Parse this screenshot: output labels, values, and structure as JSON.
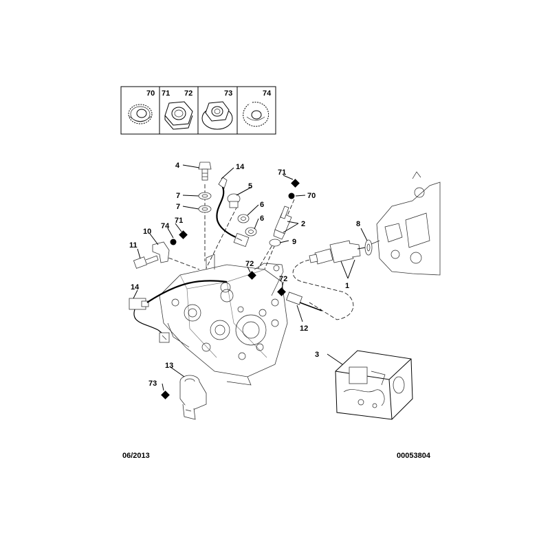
{
  "legend_box": {
    "cells": [
      {
        "labels": [
          "70"
        ],
        "part_icon": "serrated-washer-icon"
      },
      {
        "labels": [
          "71",
          "72"
        ],
        "part_icon": "hex-nut-icon"
      },
      {
        "labels": [
          "73"
        ],
        "part_icon": "flange-nut-icon"
      },
      {
        "labels": [
          "74"
        ],
        "part_icon": "split-lock-washer-icon"
      }
    ]
  },
  "callouts": {
    "c1": "1",
    "c2": "2",
    "c3": "3",
    "c4": "4",
    "c5": "5",
    "c6a": "6",
    "c6b": "6",
    "c7a": "7",
    "c7b": "7",
    "c8": "8",
    "c9": "9",
    "c10": "10",
    "c11": "11",
    "c12": "12",
    "c13": "13",
    "c14a": "14",
    "c14b": "14",
    "c70": "70",
    "c71a": "71",
    "c71b": "71",
    "c72a": "72",
    "c72b": "72",
    "c73": "73",
    "c74": "74"
  },
  "footer": {
    "date_code": "06/2013",
    "doc_code": "00053804"
  },
  "colors": {
    "ink": "#000000",
    "line_art": "#333333",
    "background": "#ffffff"
  }
}
